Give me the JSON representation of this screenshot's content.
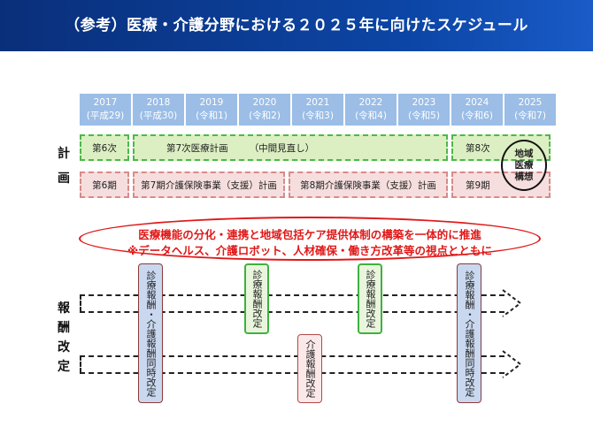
{
  "title": "（参考）医療・介護分野における２０２５年に向けたスケジュール",
  "years": [
    {
      "year": "2017",
      "era": "(平成29)"
    },
    {
      "year": "2018",
      "era": "(平成30)"
    },
    {
      "year": "2019",
      "era": "(令和1)"
    },
    {
      "year": "2020",
      "era": "(令和2)"
    },
    {
      "year": "2021",
      "era": "(令和3)"
    },
    {
      "year": "2022",
      "era": "(令和4)"
    },
    {
      "year": "2023",
      "era": "(令和5)"
    },
    {
      "year": "2024",
      "era": "(令和6)"
    },
    {
      "year": "2025",
      "era": "(令和7)"
    }
  ],
  "side_labels": {
    "plan": [
      "計",
      "画"
    ],
    "revision": [
      "報",
      "酬",
      "改",
      "定"
    ]
  },
  "medical_plan": {
    "phase6": "第6次",
    "phase7": "第7次医療計画",
    "midterm": "（中間見直し）",
    "phase8": "第8次"
  },
  "regional_vision": "地域\n医療\n構想",
  "care_plan": {
    "phase6": "第6期",
    "phase7": "第7期介護保険事業（支援）計画",
    "phase8": "第8期介護保険事業（支援）計画",
    "phase9": "第9期"
  },
  "vision": {
    "main": "医療機能の分化・連携と地域包括ケア提供体制の構築を一体的に推進",
    "sub": "※データヘルス、介護ロボット、人材確保・働き方改革等の視点とともに"
  },
  "revisions": {
    "simultaneous_2018": "診療報酬・介護報酬同時改定",
    "medical_2020": "診療報酬改定",
    "care_2021": "介護報酬改定",
    "medical_2022": "診療報酬改定",
    "simultaneous_2024": "診療報酬・介護報酬同時改定"
  }
}
